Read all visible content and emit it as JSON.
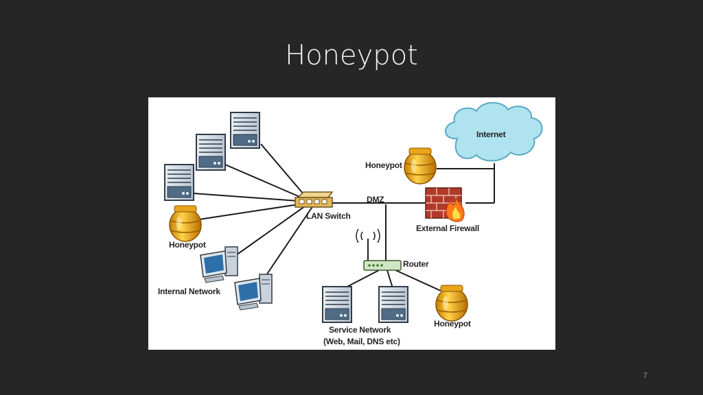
{
  "slide": {
    "title": "Honeypot",
    "page_number": "7"
  },
  "diagram": {
    "labels": {
      "internet": "Internet",
      "honeypot_dmz": "Honeypot",
      "dmz": "DMZ",
      "lan_switch": "LAN Switch",
      "external_firewall": "External Firewall",
      "honeypot_internal": "Honeypot",
      "router": "Router",
      "internal_network": "Internal Network",
      "service_network": "Service Network",
      "service_network_detail": "(Web, Mail, DNS etc)",
      "honeypot_service": "Honeypot"
    }
  }
}
